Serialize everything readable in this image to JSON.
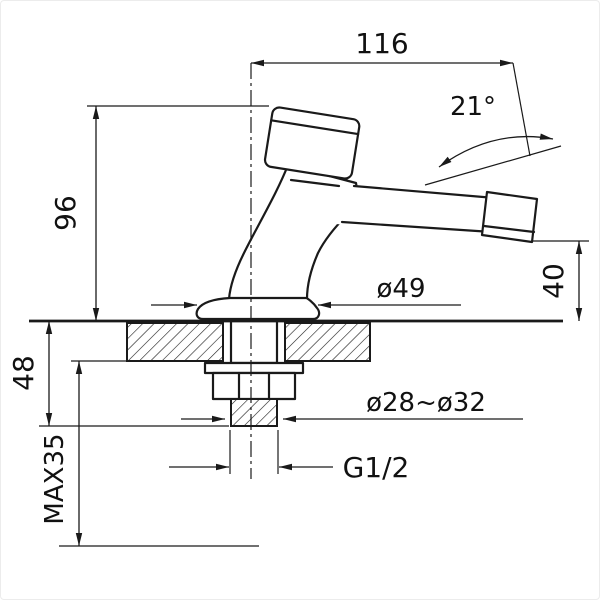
{
  "drawing": {
    "kind": "faucet-installation-technical-drawing",
    "background": "#ffffff",
    "line_color": "#1a1a1a",
    "labels": {
      "spout_reach": "116",
      "spout_angle": "21°",
      "body_height": "96",
      "outlet_height": "40",
      "base_diameter": "ø49",
      "under_deck_length": "48",
      "hole_diameter_range": "ø28~ø32",
      "thread_size": "G1/2",
      "max_deck_thickness": "MAX35"
    }
  }
}
